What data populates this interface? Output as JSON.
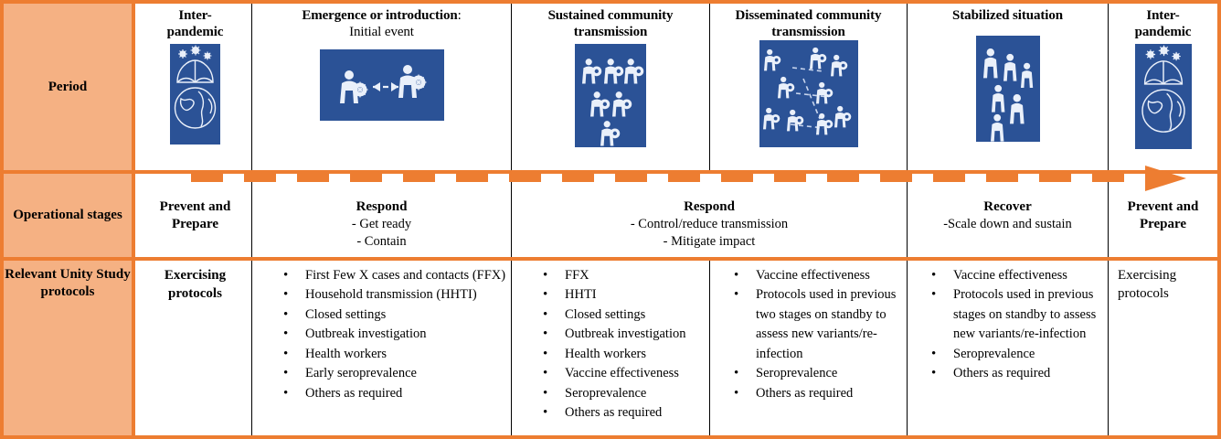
{
  "colors": {
    "accent_orange": "#ED7D31",
    "label_peach": "#F5B183",
    "icon_blue": "#2B5296"
  },
  "row_labels": {
    "period": "Period",
    "operational_stages": "Operational stages",
    "protocols": "Relevant Unity Study protocols"
  },
  "periods": [
    {
      "title": "Inter-pandemic",
      "title_line1": "Inter-",
      "title_line2": "pandemic",
      "subtitle": "",
      "icon": "umbrella-globe-virus-icon"
    },
    {
      "title": "Emergence or introduction:",
      "title_line1": "Emergence or introduction",
      "title_line2": "",
      "subtitle": "Initial event",
      "icon": "two-people-transmission-arrow-icon"
    },
    {
      "title": "Sustained community transmission",
      "title_line1": "Sustained community",
      "title_line2": "transmission",
      "subtitle": "",
      "icon": "six-infected-people-icon"
    },
    {
      "title": "Disseminated community transmission",
      "title_line1": "Disseminated community",
      "title_line2": "transmission",
      "subtitle": "",
      "icon": "network-infected-people-icon"
    },
    {
      "title": "Stabilized situation",
      "title_line1": "Stabilized situation",
      "title_line2": "",
      "subtitle": "",
      "icon": "six-healthy-people-icon"
    },
    {
      "title": "Inter-pandemic",
      "title_line1": "Inter-",
      "title_line2": "pandemic",
      "subtitle": "",
      "icon": "umbrella-globe-virus-icon"
    }
  ],
  "operational_stages": [
    {
      "heading": "Prevent and Prepare",
      "heading_line1": "Prevent and",
      "heading_line2": "Prepare",
      "bullets": []
    },
    {
      "heading": "Respond",
      "bullets": [
        "- Get ready",
        "- Contain"
      ]
    },
    {
      "heading": "Respond",
      "bullets": [
        "-   Control/reduce transmission",
        "-    Mitigate impact"
      ]
    },
    {
      "heading": "Recover",
      "bullets": [
        "-Scale down and sustain"
      ]
    },
    {
      "heading": "Prevent and Prepare",
      "heading_line1": "Prevent and",
      "heading_line2": "Prepare",
      "bullets": []
    }
  ],
  "protocol_columns": [
    {
      "style": "plain",
      "text_line1": "Exercising",
      "text_line2": "protocols",
      "items": []
    },
    {
      "style": "list",
      "items": [
        "First Few X cases and contacts (FFX)",
        "Household transmission (HHTI)",
        "Closed settings",
        "Outbreak investigation",
        "Health workers",
        "Early seroprevalence",
        "Others as required"
      ]
    },
    {
      "style": "list",
      "items": [
        "FFX",
        "HHTI",
        "Closed settings",
        "Outbreak investigation",
        "Health workers",
        "Vaccine effectiveness",
        "Seroprevalence",
        "Others as required"
      ]
    },
    {
      "style": "list",
      "items": [
        "Vaccine effectiveness",
        "Protocols used in previous two stages on standby to assess new variants/re-infection",
        "Seroprevalence",
        "Others as required"
      ]
    },
    {
      "style": "list",
      "items": [
        "Vaccine effectiveness",
        "Protocols used in previous stages on standby to assess new variants/re-infection",
        "Seroprevalence",
        "Others as required"
      ]
    },
    {
      "style": "plain-normal",
      "text_line1": "Exercising",
      "text_line2": "protocols",
      "items": []
    }
  ],
  "arrow": {
    "name": "orange-dashed-progression-arrow",
    "direction": "left-to-right"
  }
}
